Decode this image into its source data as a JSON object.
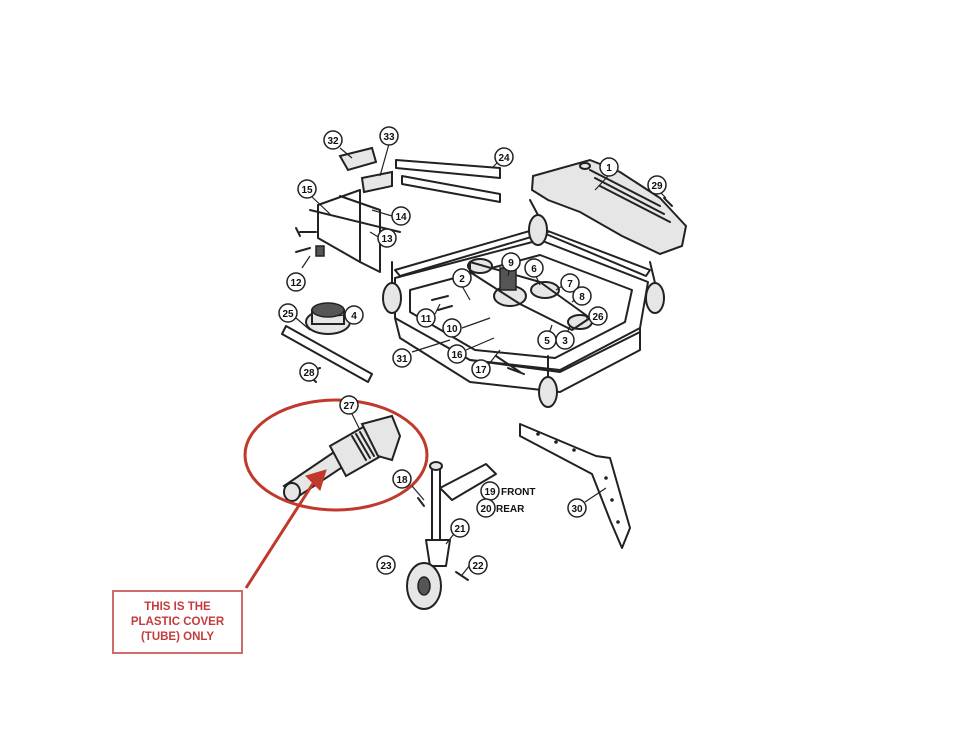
{
  "note": {
    "lines": [
      "THIS IS THE",
      "PLASTIC COVER",
      "(TUBE) ONLY"
    ],
    "color": "#c43b3b"
  },
  "callouts": [
    {
      "id": "1",
      "label": "1"
    },
    {
      "id": "2",
      "label": "2"
    },
    {
      "id": "3",
      "label": "3"
    },
    {
      "id": "4",
      "label": "4"
    },
    {
      "id": "5",
      "label": "5"
    },
    {
      "id": "6",
      "label": "6"
    },
    {
      "id": "7",
      "label": "7"
    },
    {
      "id": "8",
      "label": "8"
    },
    {
      "id": "9",
      "label": "9"
    },
    {
      "id": "10",
      "label": "10"
    },
    {
      "id": "11",
      "label": "11"
    },
    {
      "id": "12",
      "label": "12"
    },
    {
      "id": "13",
      "label": "13"
    },
    {
      "id": "14",
      "label": "14"
    },
    {
      "id": "15",
      "label": "15"
    },
    {
      "id": "16",
      "label": "16"
    },
    {
      "id": "17",
      "label": "17"
    },
    {
      "id": "18",
      "label": "18"
    },
    {
      "id": "19",
      "label": "19",
      "suffix": "FRONT"
    },
    {
      "id": "20",
      "label": "20",
      "suffix": "REAR"
    },
    {
      "id": "21",
      "label": "21"
    },
    {
      "id": "22",
      "label": "22"
    },
    {
      "id": "23",
      "label": "23"
    },
    {
      "id": "24",
      "label": "24"
    },
    {
      "id": "25",
      "label": "25"
    },
    {
      "id": "26",
      "label": "26"
    },
    {
      "id": "27",
      "label": "27"
    },
    {
      "id": "28",
      "label": "28"
    },
    {
      "id": "29",
      "label": "29"
    },
    {
      "id": "30",
      "label": "30"
    },
    {
      "id": "31",
      "label": "31"
    },
    {
      "id": "32",
      "label": "32"
    },
    {
      "id": "33",
      "label": "33"
    }
  ],
  "colors": {
    "highlight": "#c0392b",
    "line": "#222222"
  }
}
